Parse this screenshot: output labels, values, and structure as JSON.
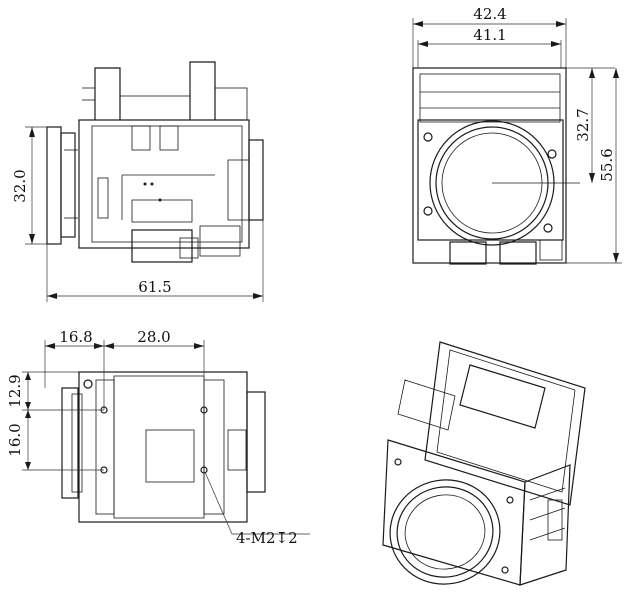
{
  "views": {
    "side": {
      "height_dim": "32.0",
      "length_dim": "61.5"
    },
    "front": {
      "outer_width_dim": "42.4",
      "inner_width_dim": "41.1",
      "lens_center_height_dim": "32.7",
      "total_height_dim": "55.6"
    },
    "bottom": {
      "front_offset_dim": "16.8",
      "hole_spacing_x_dim": "28.0",
      "hole_offset_y_dim": "12.9",
      "hole_spacing_y_dim": "16.0",
      "mounting_callout": "4-M2↧2"
    }
  }
}
